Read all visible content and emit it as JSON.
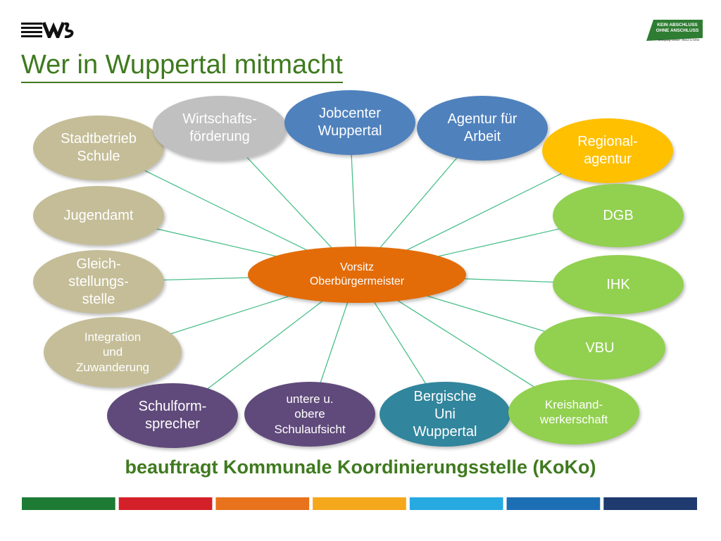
{
  "page": {
    "title": "Wer in Wuppertal mitmacht",
    "footer": "beauftragt Kommunale Koordinierungsstelle  (KoKo)",
    "logo_right": {
      "line1": "KEIN ABSCHLUSS",
      "line2": "OHNE ANSCHLUSS",
      "line3": "Übergang Schule - Beruf in NRW"
    }
  },
  "colors": {
    "title_green": "#3f7a1f",
    "khaki": "#c4bd97",
    "gray": "#c0c0c0",
    "blue": "#4f81bd",
    "gold": "#ffc000",
    "lightgreen": "#92d050",
    "purple": "#604a7b",
    "teal": "#31859c",
    "orange": "#e36c09",
    "connector": "#4bbf8a"
  },
  "diagram": {
    "center": {
      "label": "Vorsitz\nOberbürgermeister"
    },
    "nodes": [
      {
        "id": "stadtbetrieb",
        "label": "Stadtbetrieb\nSchule"
      },
      {
        "id": "wirtschaft",
        "label": "Wirtschafts-\nförderung"
      },
      {
        "id": "jobcenter",
        "label": "Jobcenter\nWuppertal"
      },
      {
        "id": "agentur",
        "label": "Agentur für\nArbeit"
      },
      {
        "id": "regional",
        "label": "Regional-\nagentur"
      },
      {
        "id": "jugendamt",
        "label": "Jugendamt"
      },
      {
        "id": "dgb",
        "label": "DGB"
      },
      {
        "id": "gleich",
        "label": "Gleich-\nstellungs-\nstelle"
      },
      {
        "id": "ihk",
        "label": "IHK"
      },
      {
        "id": "integration",
        "label": "Integration\nund\nZuwanderung"
      },
      {
        "id": "vbu",
        "label": "VBU"
      },
      {
        "id": "schulform",
        "label": "Schulform-\nsprecher"
      },
      {
        "id": "schulaufsicht",
        "label": "untere u.\nobere\nSchulaufsicht"
      },
      {
        "id": "uni",
        "label": "Bergische\nUni\nWuppertal"
      },
      {
        "id": "kreis",
        "label": "Kreishand-\nwerkerschaft"
      }
    ]
  },
  "footer_bar_colors": [
    "#1e7b34",
    "#d42028",
    "#e8731c",
    "#f5a81c",
    "#27a9e1",
    "#1c6fb5",
    "#1f3a6e"
  ]
}
